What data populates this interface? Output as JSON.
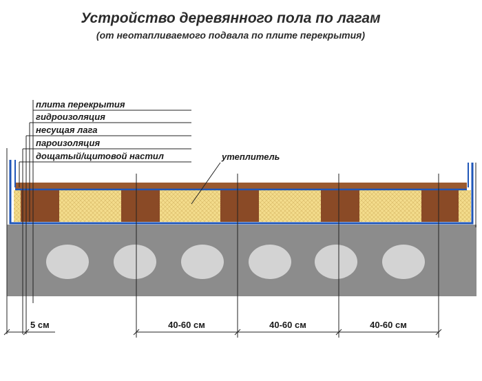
{
  "title": "Устройство деревянного пола по лагам",
  "subtitle": "(от неотапливаемого подвала по плите перекрытия)",
  "layers": [
    "плита перекрытия",
    "гидроизоляция",
    "несущая лага",
    "пароизоляция",
    "дощатый/щитовой настил"
  ],
  "insulation_label": "утеплитель",
  "dimensions": {
    "gap": "5 см",
    "spacing_1": "40-60 см",
    "spacing_2": "40-60 см",
    "spacing_3": "40-60 см"
  },
  "colors": {
    "slab": "#8c8c8c",
    "slab_hole": "#d3d3d3",
    "joist": "#8a4a26",
    "insulation": "#f3dc8c",
    "board": "#9a5a30",
    "membrane": "#1f56b8"
  }
}
